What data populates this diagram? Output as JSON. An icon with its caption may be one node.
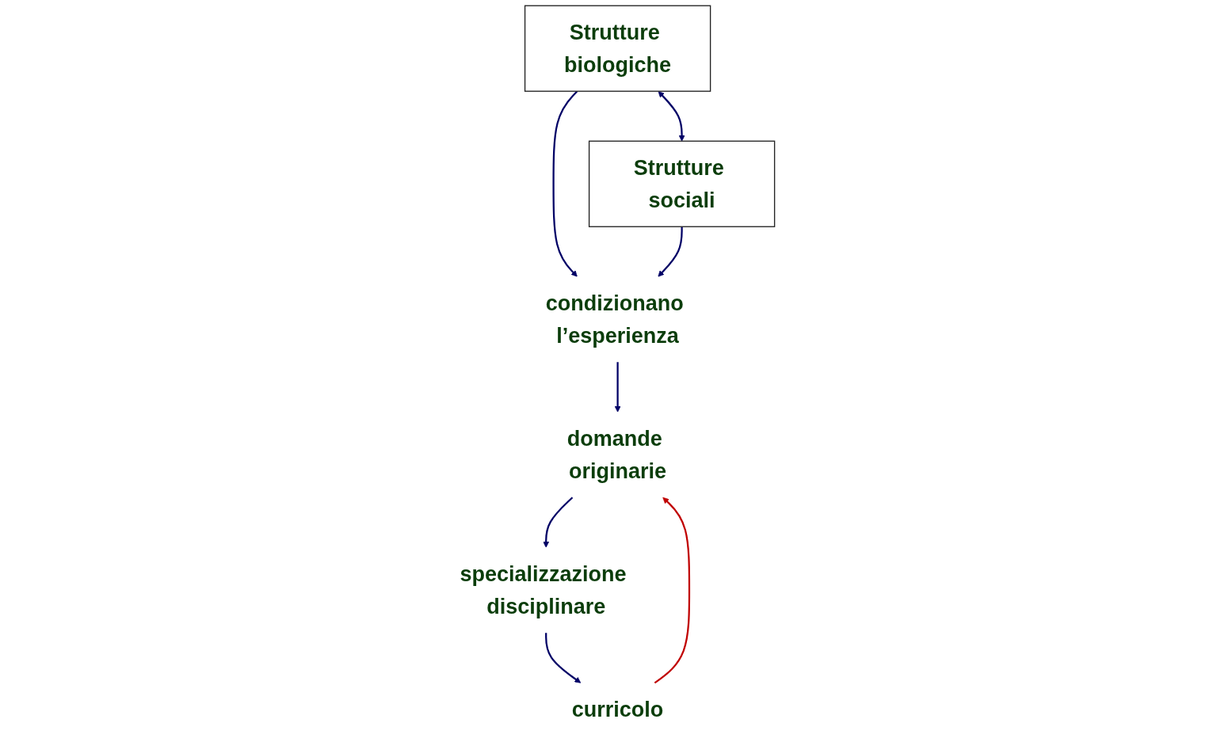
{
  "diagram": {
    "nodes": [
      {
        "text": [
          "Strutture biologiche"
        ]
      },
      {
        "text": [
          "Strutture sociali"
        ]
      },
      {
        "text": [
          "condizionano l’esperienza"
        ]
      },
      {
        "text": [
          "domande originarie"
        ]
      },
      {
        "text": [
          "specializzazione disciplinare"
        ]
      },
      {
        "text": [
          "curricolo"
        ]
      }
    ],
    "edges": [
      {
        "from": 0,
        "to": 1,
        "arrow": "both"
      },
      {
        "from": 0,
        "to": 2,
        "arrow": "to"
      },
      {
        "from": 1,
        "to": 2,
        "arrow": "to"
      },
      {
        "from": 2,
        "to": 3,
        "arrow": "to"
      },
      {
        "from": 3,
        "to": 4,
        "arrow": "to"
      },
      {
        "from": 4,
        "to": 5,
        "arrow": "to"
      },
      {
        "from": 5,
        "to": 3,
        "arrow": "to",
        "color": "#c00000"
      }
    ]
  }
}
